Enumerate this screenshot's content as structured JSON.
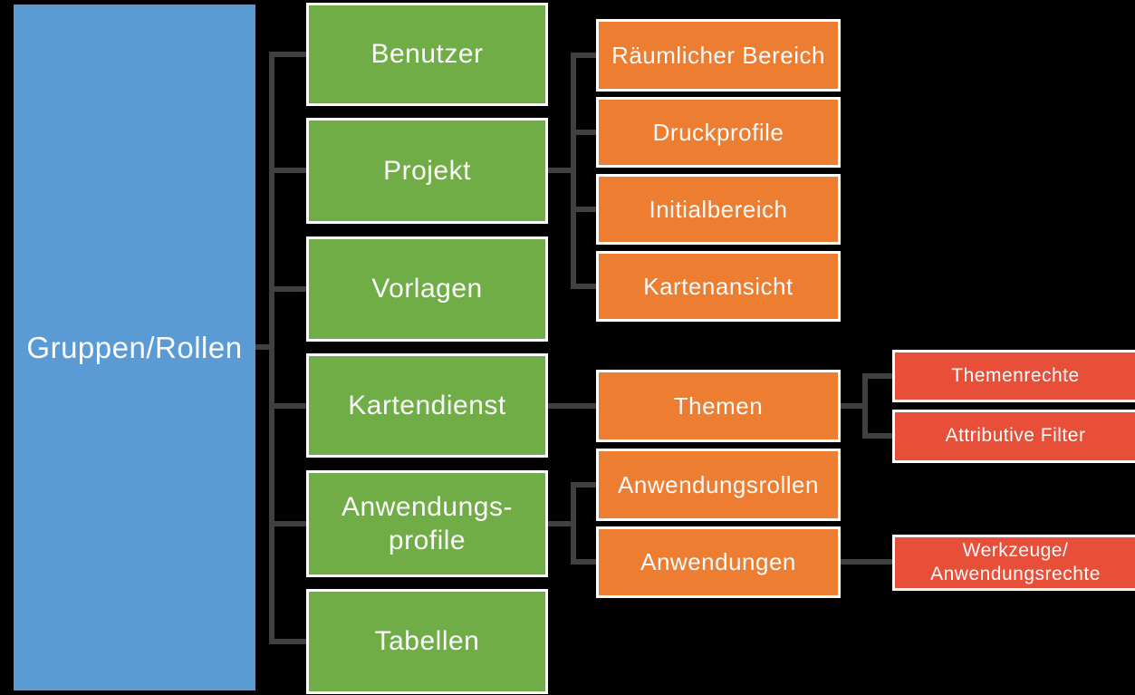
{
  "diagram": {
    "root": {
      "label": "Gruppen/Rollen"
    },
    "level1": [
      {
        "label": "Benutzer",
        "parent": "Gruppen/Rollen"
      },
      {
        "label": "Projekt",
        "parent": "Gruppen/Rollen"
      },
      {
        "label": "Vorlagen",
        "parent": "Gruppen/Rollen"
      },
      {
        "label": "Kartendienst",
        "parent": "Gruppen/Rollen"
      },
      {
        "label": "Anwendungs-\nprofile",
        "parent": "Gruppen/Rollen"
      },
      {
        "label": "Tabellen",
        "parent": "Gruppen/Rollen"
      }
    ],
    "level2": [
      {
        "label": "Räumlicher Bereich",
        "parent": "Projekt"
      },
      {
        "label": "Druckprofile",
        "parent": "Projekt"
      },
      {
        "label": "Initialbereich",
        "parent": "Projekt"
      },
      {
        "label": "Kartenansicht",
        "parent": "Projekt"
      },
      {
        "label": "Themen",
        "parent": "Kartendienst"
      },
      {
        "label": "Anwendungsrollen",
        "parent": "Anwendungsprofile"
      },
      {
        "label": "Anwendungen",
        "parent": "Anwendungsprofile"
      }
    ],
    "level3": [
      {
        "label": "Themenrechte",
        "parent": "Themen"
      },
      {
        "label": "Attributive Filter",
        "parent": "Themen"
      },
      {
        "label": "Werkzeuge/\nAnwendungsrechte",
        "parent": "Anwendungen"
      }
    ]
  },
  "colors": {
    "background": "#000000",
    "root_blue": "#5B9BD5",
    "level1_green": "#70AD47",
    "level2_orange": "#ED7D31",
    "level3_red": "#E84F38",
    "connector_gray": "#404040",
    "box_border_white": "#FFFFFF",
    "text_white": "#FBFBFB"
  }
}
